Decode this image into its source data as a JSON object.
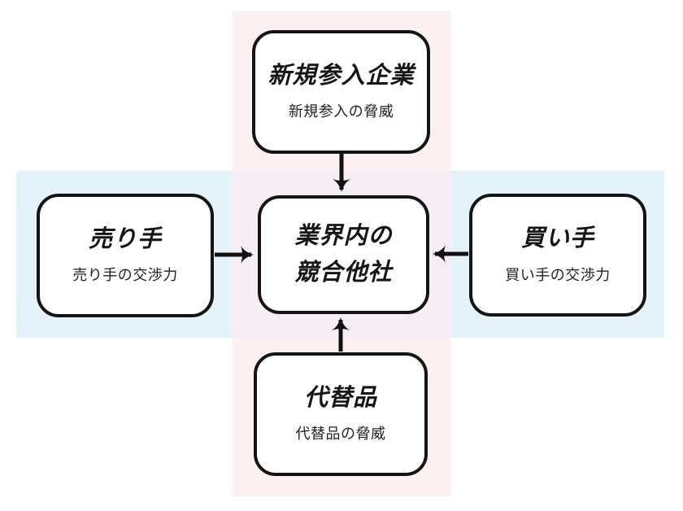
{
  "diagram": {
    "name": "five-forces-framework",
    "colors": {
      "band_vertical": "#fcf0f1",
      "band_horizontal": "#e4f3fa",
      "band_intersection": "#f6edf5",
      "box_background": "#ffffff",
      "box_border": "#141414",
      "arrow": "#111111",
      "title_text": "#161616",
      "subtitle_text": "#222222"
    },
    "nodes": {
      "top": {
        "title": "新規参入企業",
        "subtitle": "新規参入の脅威"
      },
      "left": {
        "title": "売り手",
        "subtitle": "売り手の交渉力"
      },
      "center": {
        "title_line1": "業界内の",
        "title_line2": "競合他社"
      },
      "right": {
        "title": "買い手",
        "subtitle": "買い手の交渉力"
      },
      "bottom": {
        "title": "代替品",
        "subtitle": "代替品の脅威"
      }
    },
    "arrows": [
      {
        "from": "top",
        "to": "center",
        "direction": "down"
      },
      {
        "from": "left",
        "to": "center",
        "direction": "right"
      },
      {
        "from": "right",
        "to": "center",
        "direction": "left"
      },
      {
        "from": "bottom",
        "to": "center",
        "direction": "up"
      }
    ]
  }
}
